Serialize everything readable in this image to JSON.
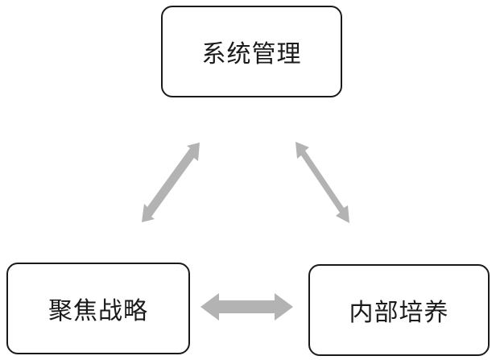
{
  "diagram": {
    "nodes": {
      "top": {
        "label": "系统管理"
      },
      "left": {
        "label": "聚焦战略"
      },
      "right": {
        "label": "内部培养"
      }
    },
    "edges": [
      {
        "from": "top",
        "to": "left",
        "direction": "bidirectional"
      },
      {
        "from": "top",
        "to": "right",
        "direction": "bidirectional"
      },
      {
        "from": "left",
        "to": "right",
        "direction": "bidirectional"
      }
    ],
    "colors": {
      "arrow": "#b3b3b3",
      "border": "#1a1a1a",
      "text": "#1a1a1a"
    }
  }
}
